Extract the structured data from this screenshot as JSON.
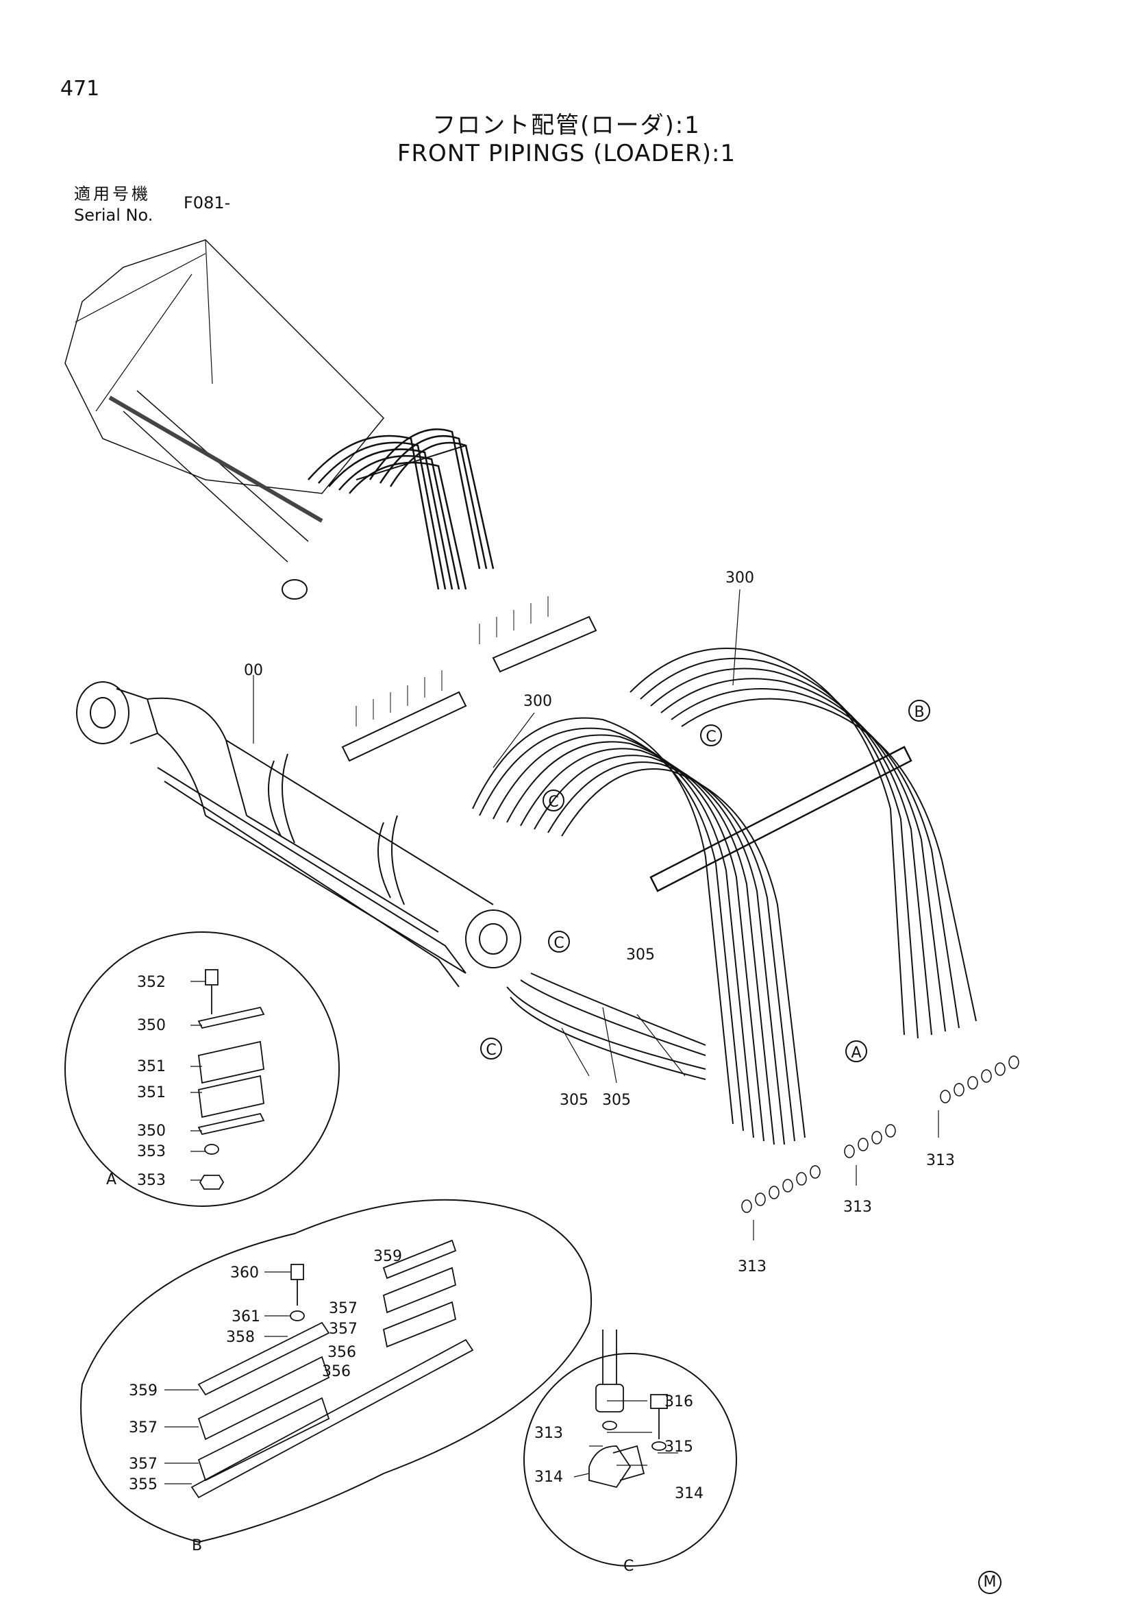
{
  "page": {
    "number": "471",
    "title_jp": "フロント配管(ローダ):1",
    "title_en": "FRONT PIPINGS (LOADER):1",
    "serial_label_jp": "適用号機",
    "serial_label_en": "Serial No.",
    "serial_value": "F081-",
    "corner_mark": "M"
  },
  "diagram": {
    "main_labels": [
      "300",
      "00",
      "300",
      "305",
      "305",
      "305",
      "313",
      "313",
      "313"
    ],
    "detail_refs": [
      "A",
      "B",
      "C",
      "C",
      "C",
      "C",
      "C"
    ],
    "detail_a": {
      "name": "A",
      "labels": [
        "352",
        "350",
        "351",
        "351",
        "350",
        "353",
        "353"
      ]
    },
    "detail_b": {
      "name": "B",
      "labels": [
        "360",
        "361",
        "358",
        "359",
        "357",
        "357",
        "356",
        "356",
        "359",
        "357",
        "357",
        "355"
      ]
    },
    "detail_c": {
      "name": "C",
      "labels": [
        "316",
        "313",
        "315",
        "314",
        "314"
      ]
    }
  }
}
